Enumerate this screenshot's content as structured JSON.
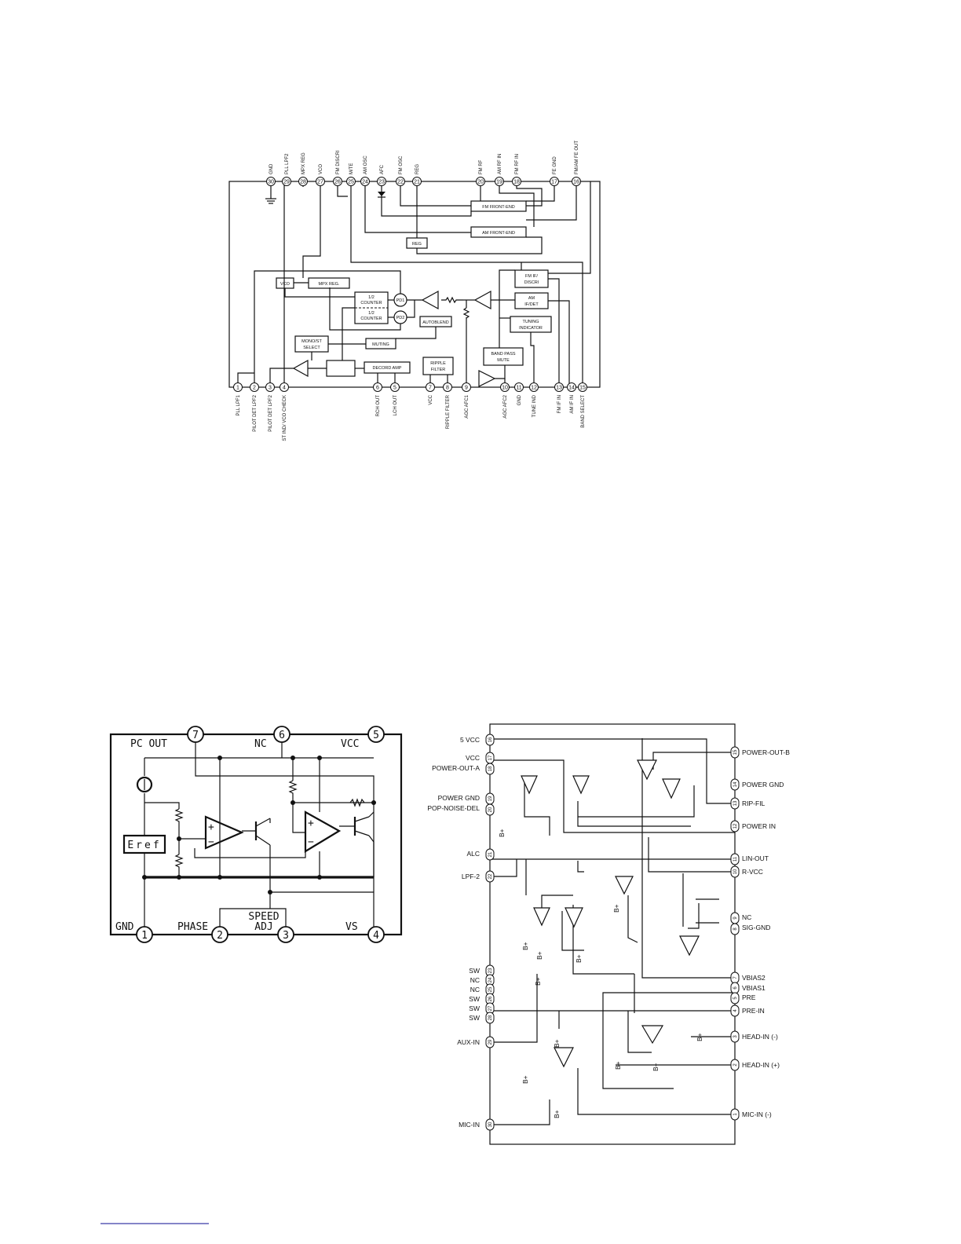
{
  "fm_am_ic": {
    "pins_top": [
      {
        "num": "30",
        "label": "GND"
      },
      {
        "num": "29",
        "label": "PLL LPF2"
      },
      {
        "num": "28",
        "label": "MPX REG"
      },
      {
        "num": "27",
        "label": "VCO"
      },
      {
        "num": "26",
        "label": "FM DISCRI"
      },
      {
        "num": "25",
        "label": "M/TE"
      },
      {
        "num": "24",
        "label": "AM OSC"
      },
      {
        "num": "23",
        "label": "AFC"
      },
      {
        "num": "22",
        "label": "FM OSC"
      },
      {
        "num": "21",
        "label": "REG"
      },
      {
        "num": "20",
        "label": "FM RF"
      },
      {
        "num": "19",
        "label": "AM RF IN"
      },
      {
        "num": "18",
        "label": "FM RF IN"
      },
      {
        "num": "17",
        "label": "FE GND"
      },
      {
        "num": "16",
        "label": "FM/AM FE OUT"
      }
    ],
    "pins_bottom": [
      {
        "num": "1",
        "label": "PLL LPF1"
      },
      {
        "num": "2",
        "label": "PILOT DET LPF2"
      },
      {
        "num": "3",
        "label": "PILOT DET LPF2"
      },
      {
        "num": "4",
        "label": "ST IND/ VCO CHECK"
      },
      {
        "num": "6",
        "label": "RCH OUT"
      },
      {
        "num": "5",
        "label": "LCH OUT"
      },
      {
        "num": "7",
        "label": "VCC"
      },
      {
        "num": "8",
        "label": "RIPPLE FILTER"
      },
      {
        "num": "9",
        "label": "AGC AFC1"
      },
      {
        "num": "10",
        "label": "AGC AFC2"
      },
      {
        "num": "11",
        "label": "GND"
      },
      {
        "num": "12",
        "label": "TUNE IND"
      },
      {
        "num": "13",
        "label": "FM IF IN"
      },
      {
        "num": "14",
        "label": "AM IF IN"
      },
      {
        "num": "15",
        "label": "BAND SELECT"
      }
    ],
    "blocks": {
      "fm_front_end": "FM FRONT-END",
      "am_front_end": "AM FRONT-END",
      "reg": "REG",
      "vco": "VCO",
      "mpx_reg": "MPX REG.",
      "counter1": "1/2 COUNTER",
      "counter2": "1/2 COUNTER",
      "pd1": "PD1",
      "pd2": "PD2",
      "autoblend": "AUTOBLEND",
      "mono_st": "MONO/ST SELECT",
      "muting": "MUTING",
      "decord_amp": "DECORD AMP",
      "ripple_filter": "RIPPLE FILTER",
      "band_pass_mute": "BAND PASS MUTE",
      "fm_if": "FM IF/ DISCRI",
      "am_if": "AM IF/DET",
      "tuning_ind": "TUNING INDICATOR"
    }
  },
  "motor_ic": {
    "pins": [
      {
        "num": "7",
        "label": "PC OUT"
      },
      {
        "num": "6",
        "label": "NC"
      },
      {
        "num": "5",
        "label": "VCC"
      },
      {
        "num": "1",
        "label": "GND"
      },
      {
        "num": "2",
        "label": "PHASE"
      },
      {
        "num": "3",
        "label": "SPEED ADJ"
      },
      {
        "num": "4",
        "label": "VS"
      }
    ],
    "eref_label": "Eref"
  },
  "amp_ic": {
    "left_pins": [
      {
        "num": "16",
        "label": "5 VCC"
      },
      {
        "num": "17",
        "label": "VCC"
      },
      {
        "num": "18",
        "label": "POWER-OUT-A"
      },
      {
        "num": "19",
        "label": "POWER GND"
      },
      {
        "num": "20",
        "label": "POP-NOISE-DEL"
      },
      {
        "num": "21",
        "label": "ALC"
      },
      {
        "num": "22",
        "label": "LPF-2"
      },
      {
        "num": "23",
        "label": "SW"
      },
      {
        "num": "24",
        "label": "NC"
      },
      {
        "num": "25",
        "label": "NC"
      },
      {
        "num": "26",
        "label": "SW"
      },
      {
        "num": "27",
        "label": "SW"
      },
      {
        "num": "28",
        "label": "SW"
      },
      {
        "num": "29",
        "label": "AUX-IN"
      },
      {
        "num": "30",
        "label": "MIC-IN"
      }
    ],
    "right_pins": [
      {
        "num": "15",
        "label": "POWER-OUT-B"
      },
      {
        "num": "14",
        "label": "POWER GND"
      },
      {
        "num": "13",
        "label": "RIP-FIL"
      },
      {
        "num": "12",
        "label": "POWER IN"
      },
      {
        "num": "11",
        "label": "LIN-OUT"
      },
      {
        "num": "10",
        "label": "R-VCC"
      },
      {
        "num": "9",
        "label": "NC"
      },
      {
        "num": "8",
        "label": "SIG-GND"
      },
      {
        "num": "7",
        "label": "VBIAS2"
      },
      {
        "num": "6",
        "label": "VBIAS1"
      },
      {
        "num": "5",
        "label": "PRE"
      },
      {
        "num": "4",
        "label": "PRE-IN"
      },
      {
        "num": "3",
        "label": "HEAD-IN (-)"
      },
      {
        "num": "2",
        "label": "HEAD-IN (+)"
      },
      {
        "num": "1",
        "label": "MIC-IN (-)"
      }
    ],
    "bplus": "B+"
  }
}
